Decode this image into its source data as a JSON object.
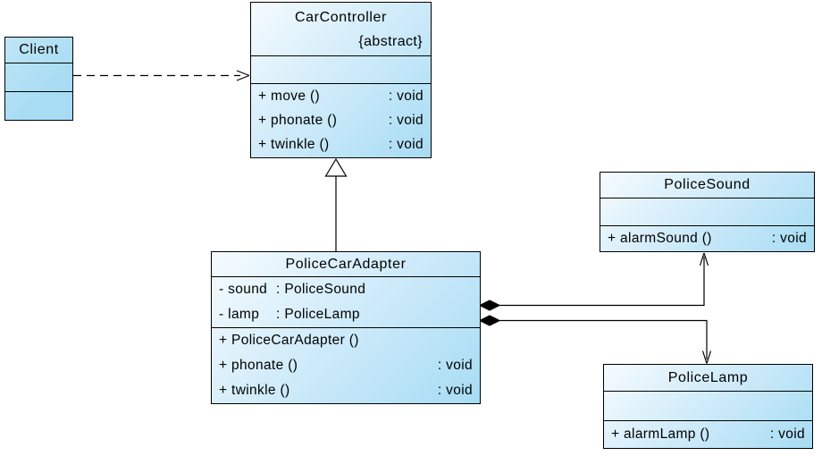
{
  "diagram": {
    "colors": {
      "background": "#ffffff",
      "node_fill_light": "#f6fbfe",
      "node_fill_dark": "#a7dcf4",
      "node_border": "#000000",
      "connector_line": "#000000",
      "text": "#000000"
    }
  },
  "classes": {
    "client": {
      "name": "Client"
    },
    "car_controller": {
      "name": "CarController",
      "stereotype": "{abstract}",
      "operations": [
        {
          "sig": "+ move ()",
          "type": ": void"
        },
        {
          "sig": "+ phonate ()",
          "type": ": void"
        },
        {
          "sig": "+ twinkle ()",
          "type": ": void"
        }
      ]
    },
    "police_car_adapter": {
      "name": "PoliceCarAdapter",
      "attributes": [
        {
          "sig": "- sound",
          "type": ": PoliceSound"
        },
        {
          "sig": "- lamp",
          "type": ": PoliceLamp"
        }
      ],
      "operations": [
        {
          "sig": "+ PoliceCarAdapter ()",
          "type": ""
        },
        {
          "sig": "+ phonate ()",
          "type": ": void"
        },
        {
          "sig": "+ twinkle ()",
          "type": ": void"
        }
      ]
    },
    "police_sound": {
      "name": "PoliceSound",
      "operations": [
        {
          "sig": "+ alarmSound ()",
          "type": ": void"
        }
      ]
    },
    "police_lamp": {
      "name": "PoliceLamp",
      "operations": [
        {
          "sig": "+ alarmLamp ()",
          "type": ": void"
        }
      ]
    }
  },
  "relationships": [
    {
      "from": "Client",
      "to": "CarController",
      "type": "dependency",
      "line": "dashed",
      "end": "open-arrow"
    },
    {
      "from": "PoliceCarAdapter",
      "to": "CarController",
      "type": "generalization",
      "line": "solid",
      "end": "hollow-triangle"
    },
    {
      "from": "PoliceCarAdapter",
      "to": "PoliceSound",
      "type": "composition",
      "line": "solid",
      "end": "open-arrow",
      "diamond_at": "PoliceCarAdapter"
    },
    {
      "from": "PoliceCarAdapter",
      "to": "PoliceLamp",
      "type": "composition",
      "line": "solid",
      "end": "open-arrow",
      "diamond_at": "PoliceCarAdapter"
    }
  ]
}
